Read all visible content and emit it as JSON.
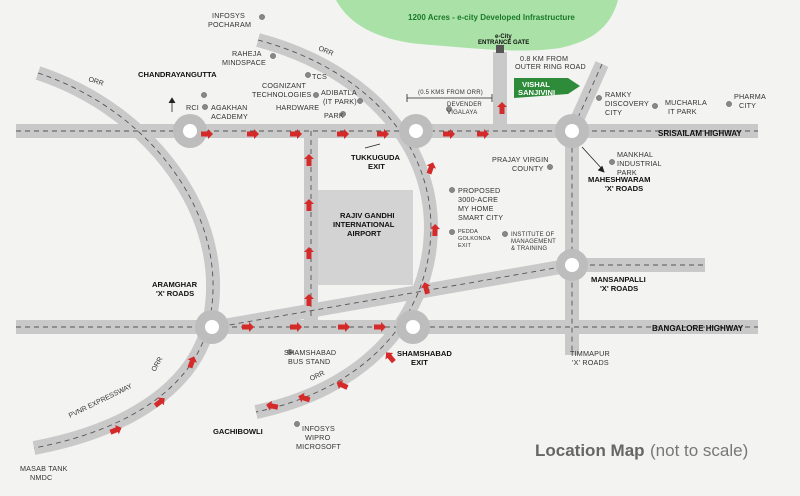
{
  "colors": {
    "background": "#f3f3f2",
    "road": "#c9c9c9",
    "road_dash": "#555555",
    "arrow": "#d42a2a",
    "green_area": "#a9e1a6",
    "green_text": "#1b7a2a",
    "vishal_tag": "#2e8b3a",
    "airport": "#d3d3d3"
  },
  "header": {
    "green_area_text": "1200 Acres - e-city Developed Infrastructure",
    "ecity_gate_line1": "e-City",
    "ecity_gate_line2": "ENTRANCE GATE",
    "distance_line1": "0.8 KM FROM",
    "distance_line2": "OUTER RING ROAD",
    "vishal_line1": "VISHAL",
    "vishal_line2": "SANJIVINI",
    "kms_from_orr": "(0.5 KMS FROM ORR)"
  },
  "roads": {
    "srisailam": "SRISAILAM HIGHWAY",
    "bangalore": "BANGALORE HIGHWAY",
    "pvnr": "PVNR EXPRESSWAY",
    "orr": "ORR"
  },
  "junctions": {
    "chandrayangutta": "CHANDRAYANGUTTA",
    "tukkuguda_1": "TUKKUGUDA",
    "tukkuguda_2": "EXIT",
    "maheshwaram_1": "MAHESHWARAM",
    "maheshwaram_2": "'X' ROADS",
    "mansanpalli_1": "MANSANPALLI",
    "mansanpalli_2": "'X' ROADS",
    "aramghar_1": "ARAMGHAR",
    "aramghar_2": "'X' ROADS",
    "shamshabad_1": "SHAMSHABAD",
    "shamshabad_2": "EXIT",
    "gachibowli": "GACHIBOWLI"
  },
  "places": {
    "infosys_pocharam_1": "INFOSYS",
    "infosys_pocharam_2": "POCHARAM",
    "raheja_1": "RAHEJA",
    "raheja_2": "MINDSPACE",
    "tcs": "TCS",
    "cognizant_1": "COGNIZANT",
    "cognizant_2": "TECHNOLOGIES",
    "adibatla_1": "ADIBATLA",
    "adibatla_2": "(IT PARK)",
    "agakhan_1": "AGAKHAN",
    "agakhan_2": "ACADEMY",
    "rci": "RCI",
    "hardware_1": "HARDWARE",
    "hardware_2": "PARK",
    "devender_1": "DEVENDER",
    "devender_2": "VIGALAYA",
    "ramky_1": "RAMKY",
    "ramky_2": "DISCOVERY",
    "ramky_3": "CITY",
    "mucharla_1": "MUCHARLA",
    "mucharla_2": "IT PARK",
    "pharma_1": "PHARMA",
    "pharma_2": "CITY",
    "prajay_1": "PRAJAY VIRGIN",
    "prajay_2": "COUNTY",
    "mankhal_1": "MANKHAL",
    "mankhal_2": "INDUSTRIAL",
    "mankhal_3": "PARK",
    "proposed_1": "PROPOSED",
    "proposed_2": "3000-ACRE",
    "proposed_3": "MY HOME",
    "proposed_4": "SMART CITY",
    "pedda_1": "PEDDA",
    "pedda_2": "GOLKONDA",
    "pedda_3": "EXIT",
    "institute_1": "INSTITUTE OF",
    "institute_2": "MANAGEMENT",
    "institute_3": "& TRAINING",
    "airport_1": "RAJIV GANDHI",
    "airport_2": "INTERNATIONAL",
    "airport_3": "AIRPORT",
    "bus_1": "SHAMSHABAD",
    "bus_2": "BUS STAND",
    "timmapur_1": "TIMMAPUR",
    "timmapur_2": "'X' ROADS",
    "infosys_wipro_1": "INFOSYS",
    "infosys_wipro_2": "WIPRO",
    "infosys_wipro_3": "MICROSOFT",
    "masab_1": "MASAB TANK",
    "masab_2": "NMDC"
  },
  "footer": {
    "title": "Location Map",
    "subtitle": "(not to scale)"
  }
}
